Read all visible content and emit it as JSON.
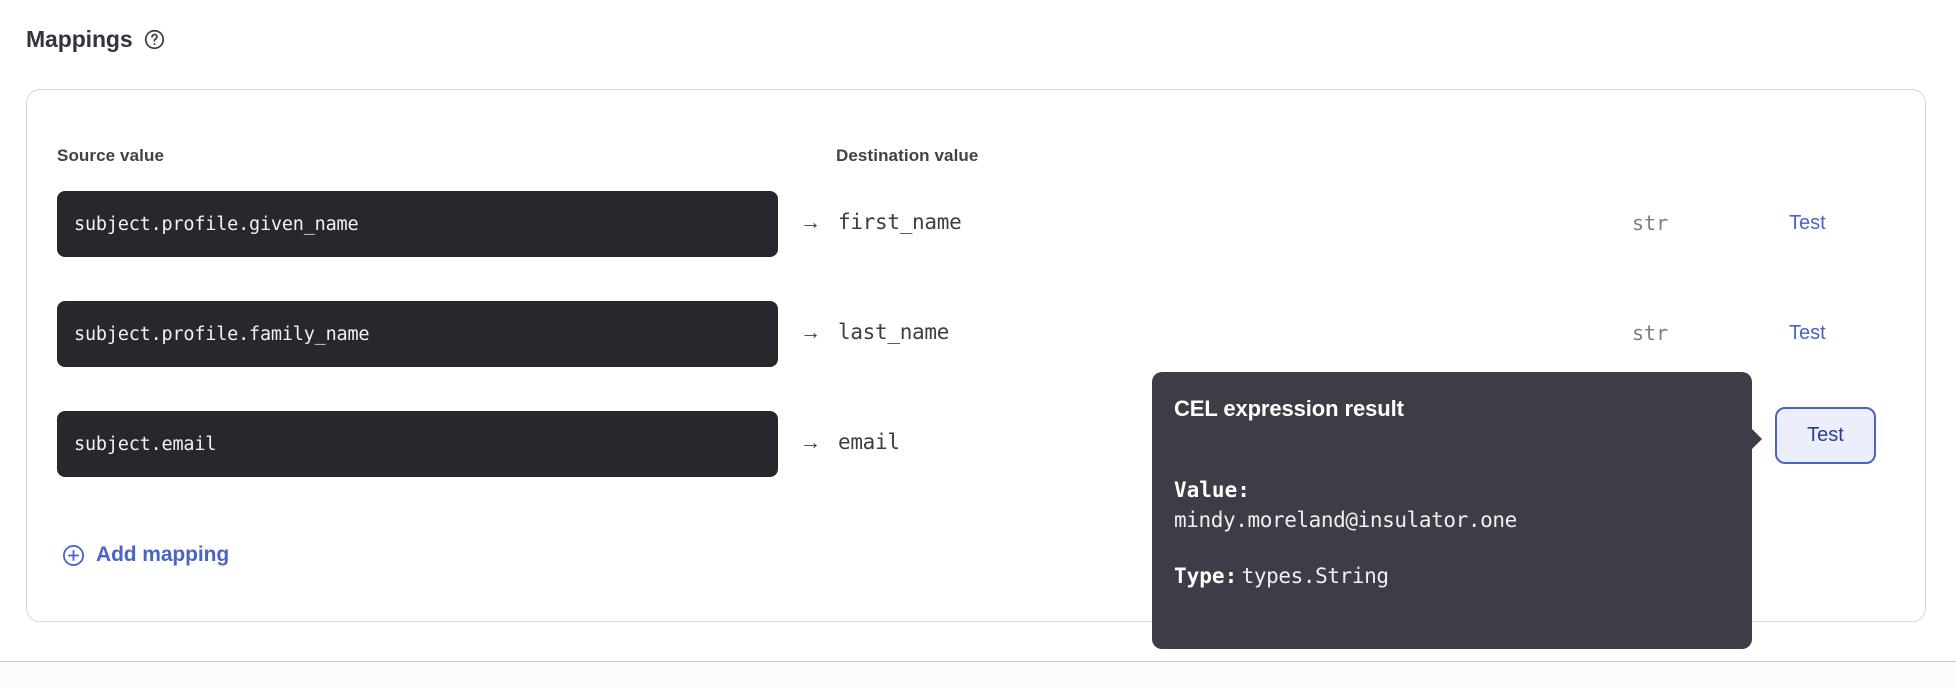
{
  "section": {
    "title": "Mappings",
    "help_icon": "help-circle-icon"
  },
  "table": {
    "headers": {
      "source": "Source value",
      "destination": "Destination value"
    },
    "arrow_glyph": "→",
    "rows": [
      {
        "source": "subject.profile.given_name",
        "destination": "first_name",
        "type": "str",
        "test_label": "Test",
        "test_focused": false
      },
      {
        "source": "subject.profile.family_name",
        "destination": "last_name",
        "type": "str",
        "test_label": "Test",
        "test_focused": false
      },
      {
        "source": "subject.email",
        "destination": "email",
        "type": "",
        "test_label": "Test",
        "test_focused": true
      }
    ]
  },
  "add_mapping": {
    "label": "Add mapping",
    "icon": "plus-circle-icon"
  },
  "tooltip": {
    "title": "CEL expression result",
    "value_label": "Value:",
    "value": "mindy.moreland@insulator.one",
    "type_label": "Type:",
    "type_value": "types.String"
  },
  "colors": {
    "accent": "#4a63c8",
    "accent_dark": "#2d3e91",
    "code_bg": "#27272e",
    "tooltip_bg": "#3c3d47",
    "text": "#3c3d47",
    "muted": "#7b7c88",
    "card_border": "#d6d6dc"
  }
}
